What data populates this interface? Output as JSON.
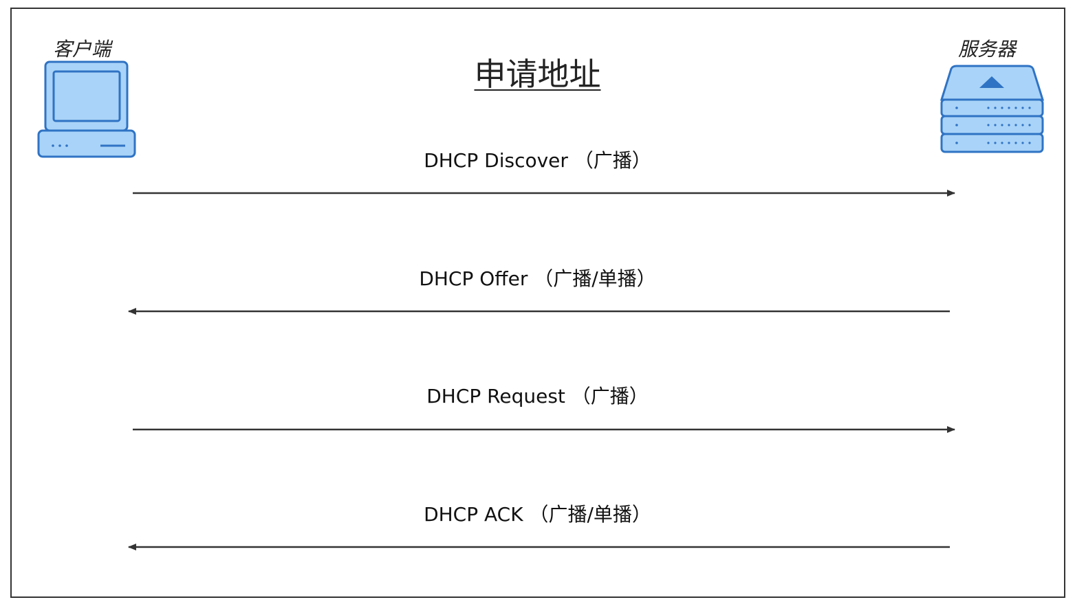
{
  "diagram": {
    "title": "申请地址",
    "client_label": "客户端",
    "server_label": "服务器",
    "client_icon": "computer-icon",
    "server_icon": "server-icon",
    "icon_color": "#a9d3f8",
    "icon_stroke": "#2f73c4",
    "messages": [
      {
        "label": "DHCP Discover （广播）",
        "direction": "client-to-server"
      },
      {
        "label": "DHCP Offer （广播/单播）",
        "direction": "server-to-client"
      },
      {
        "label": "DHCP Request （广播）",
        "direction": "client-to-server"
      },
      {
        "label": "DHCP ACK （广播/单播）",
        "direction": "server-to-client"
      }
    ]
  }
}
